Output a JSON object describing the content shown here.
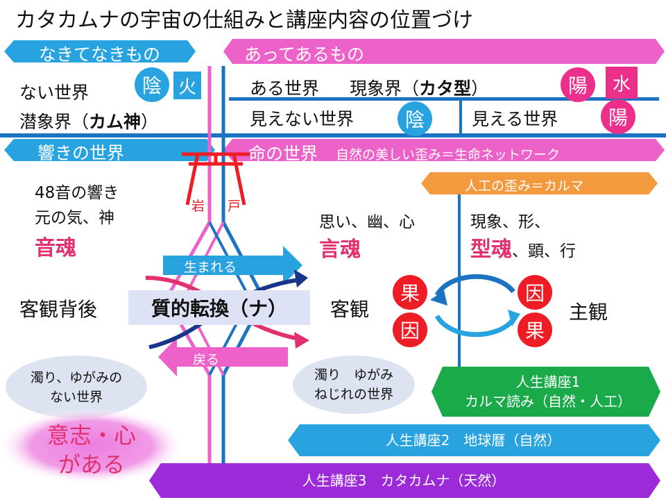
{
  "title": "カタカムナの宇宙の仕組みと講座内容の位置づけ",
  "bands": {
    "nakute": "なきてなきもの",
    "atte": "あってあるもの",
    "hibiki": "響きの世界",
    "inochi": "命の世界",
    "inochi_sub": "自然の美しい歪み＝生命ネットワーク",
    "jinkou": "人工の歪み＝カルマ",
    "umareru": "生まれる",
    "modoru": "戻る"
  },
  "left": {
    "nai_sekai": "ない世界",
    "senshoukai": "潜象界（",
    "kamu": "カム神",
    "close": "）",
    "on48": "48音の響き",
    "moto": "元の気、神",
    "otodama": "音魂",
    "kyakkan_haigo": "客観背後",
    "nigori_nai": [
      "濁り、ゆがみの",
      "ない世界"
    ],
    "ishi": [
      "意志・心",
      "がある"
    ]
  },
  "right": {
    "aru_sekai": "ある世界",
    "genshoukai": "現象界（",
    "katakata": "カタ型",
    "close": "）",
    "mienai": "見えない世界",
    "mieru": "見える世界",
    "omoi": "思い、幽、心",
    "kotodama": "言魂",
    "gensho": "現象、形、",
    "katadama": "型魂",
    "ken": "、顕、行",
    "kyakkan": "客観",
    "shukan": "主観",
    "nigori": [
      "濁り　ゆがみ",
      "ねじれの世界"
    ]
  },
  "center": {
    "shitsuteki": "質的転換（ナ）",
    "iwa": "岩",
    "to": "戸"
  },
  "badges": {
    "in1": "陰",
    "hi": "火",
    "you1": "陽",
    "mizu": "水",
    "in2": "陰",
    "you2": "陽",
    "ka1": "果",
    "in3": "因",
    "in4": "因",
    "ka2": "果"
  },
  "courses": {
    "c1": [
      "人生講座1",
      "カルマ読み（自然・人工）"
    ],
    "c2": "人生講座2　地球暦（自然）",
    "c3": "人生講座3　カタカムナ（天然）"
  },
  "colors": {
    "sky": "#29a3e0",
    "pink": "#ec62c8",
    "orange": "#f39a3e",
    "green": "#1aaa4a",
    "purple": "#9c2ad8",
    "navy": "#17368a",
    "torii": "#ee1c24"
  }
}
